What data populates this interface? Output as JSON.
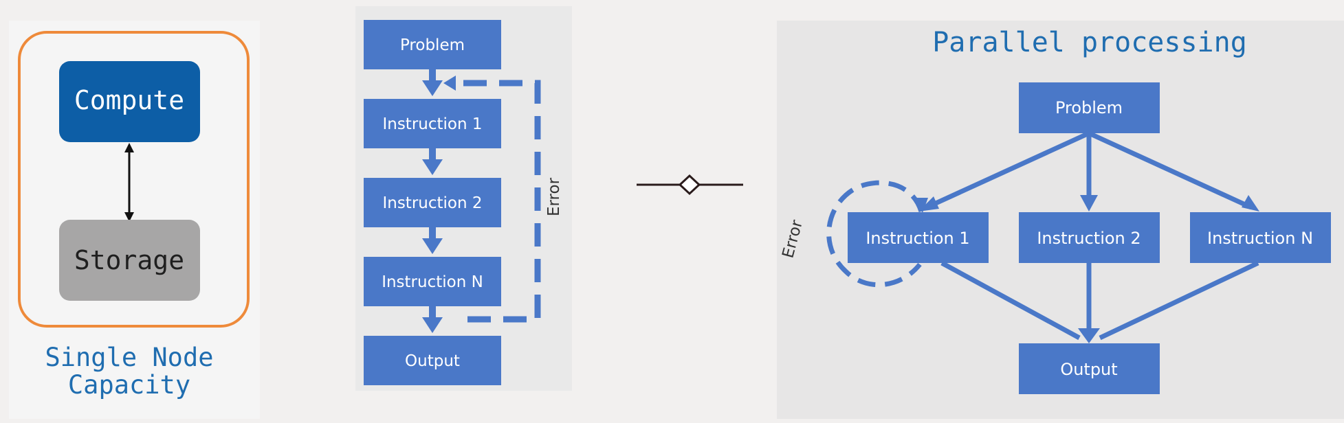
{
  "colors": {
    "background": "#f2f0ef",
    "accent_orange": "#ee8a3a",
    "compute_blue": "#0d5ea6",
    "storage_gray": "#a7a6a6",
    "flow_blue": "#4a78c8",
    "title_blue": "#1f6db0"
  },
  "single_node": {
    "compute_label": "Compute",
    "storage_label": "Storage",
    "caption_line1": "Single Node",
    "caption_line2": "Capacity"
  },
  "sequential": {
    "problem_label": "Problem",
    "instruction1_label": "Instruction 1",
    "instruction2_label": "Instruction 2",
    "instructionN_label": "Instruction N",
    "output_label": "Output",
    "error_label": "Error"
  },
  "connector": {
    "icon": "diamond-connector-icon"
  },
  "parallel": {
    "title": "Parallel processing",
    "problem_label": "Problem",
    "instruction1_label": "Instruction 1",
    "instruction2_label": "Instruction 2",
    "instructionN_label": "Instruction N",
    "output_label": "Output",
    "error_label": "Error"
  }
}
